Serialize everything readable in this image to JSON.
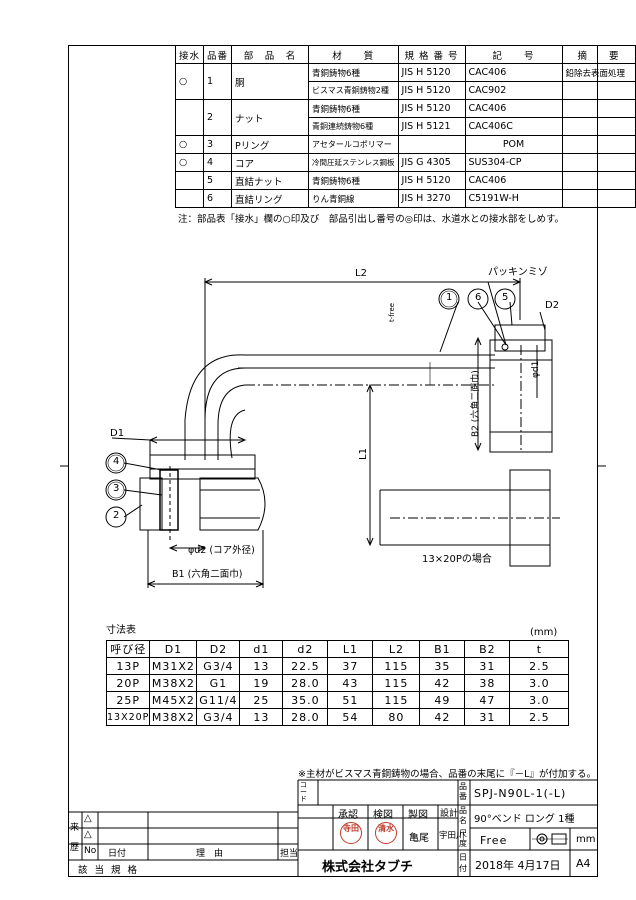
{
  "parts_header": [
    "接水",
    "品番",
    "部　品　名",
    "材　　質",
    "規 格 番 号",
    "記　　号",
    "摘　　要"
  ],
  "parts_rows": [
    {
      "water": "○",
      "no": "1",
      "name": "胴",
      "material": "青銅鋳物6種",
      "std": "JIS H 5120",
      "code": "CAC406",
      "remark": "鉛除去表面処理"
    },
    {
      "water": "",
      "no": "",
      "name": "",
      "material": "ビスマス青銅鋳物2種",
      "std": "JIS H 5120",
      "code": "CAC902",
      "remark": ""
    },
    {
      "water": "",
      "no": "2",
      "name": "ナット",
      "material": "青銅鋳物6種",
      "std": "JIS H 5120",
      "code": "CAC406",
      "remark": ""
    },
    {
      "water": "",
      "no": "",
      "name": "",
      "material": "青銅連続鋳物6種",
      "std": "JIS H 5121",
      "code": "CAC406C",
      "remark": ""
    },
    {
      "water": "○",
      "no": "3",
      "name": "Pリング",
      "material": "アセタールコポリマー",
      "std": "",
      "code": "POM",
      "remark": ""
    },
    {
      "water": "○",
      "no": "4",
      "name": "コア",
      "material": "冷間圧延ステンレス鋼板",
      "std": "JIS G 4305",
      "code": "SUS304-CP",
      "remark": ""
    },
    {
      "water": "",
      "no": "5",
      "name": "直結ナット",
      "material": "青銅鋳物6種",
      "std": "JIS H 5120",
      "code": "CAC406",
      "remark": ""
    },
    {
      "water": "",
      "no": "6",
      "name": "直結リング",
      "material": "りん青銅線",
      "std": "JIS H 3270",
      "code": "C5191W-H",
      "remark": ""
    }
  ],
  "note": "注：部品表「接水」欄の○印及び　部品引出し番号の◎印は、水道水との接水部をしめす。",
  "drawing": {
    "L2": "L2",
    "L1": "L1",
    "D1": "D1",
    "D2": "D2",
    "t": "t",
    "packing": "パッキンミゾ",
    "t_free": "t-free",
    "d1": "φd1",
    "b2": "B2 (六角二面巾)",
    "d2": "φd2 (コア外径)",
    "b1": "B1 (六角二面巾)",
    "case13x20p": "13×20Pの場合",
    "balloons": [
      "1",
      "6",
      "5",
      "4",
      "3",
      "2"
    ]
  },
  "dims_title": "寸法表",
  "dims_unit": "(mm)",
  "dims_header": [
    "呼び径",
    "D1",
    "D2",
    "d1",
    "d2",
    "L1",
    "L2",
    "B1",
    "B2",
    "t"
  ],
  "dims_rows": [
    [
      "13P",
      "M31X2",
      "G3/4",
      "13",
      "22.5",
      "37",
      "115",
      "35",
      "31",
      "2.5"
    ],
    [
      "20P",
      "M38X2",
      "G1",
      "19",
      "28.0",
      "43",
      "115",
      "42",
      "38",
      "3.0"
    ],
    [
      "25P",
      "M45X2",
      "G11/4",
      "25",
      "35.0",
      "51",
      "115",
      "49",
      "47",
      "3.0"
    ],
    [
      "13X20P",
      "M38X2",
      "G3/4",
      "13",
      "28.0",
      "54",
      "80",
      "42",
      "31",
      "2.5"
    ]
  ],
  "note2": "※主材がビスマス青銅鋳物の場合、品番の末尾に『－L』が付加する。",
  "title_block": {
    "code_label": "コード",
    "code": "",
    "part_no_label": "品番",
    "part_no": "SPJ-N90L-1(-L)",
    "name_label": "品名",
    "name": "90°ベンド ロング 1種",
    "roles": [
      "承認",
      "検図",
      "製図",
      "設計"
    ],
    "stamp1": "寺田",
    "stamp2": "清水",
    "drafter": "亀尾",
    "designer": "宇田川",
    "scale_label": "尺度",
    "scale": "Free",
    "unit": "mm",
    "date_label": "日付",
    "date": "2018年 4月17日",
    "paper": "A4",
    "company": "株式会社タブチ",
    "history_label": "来歴",
    "no_label": "No",
    "date_col": "日付",
    "reason_col": "理　由",
    "person_col": "担当",
    "rev_a": "△",
    "rev_b": "△",
    "related_label": "該 当 規 格"
  }
}
